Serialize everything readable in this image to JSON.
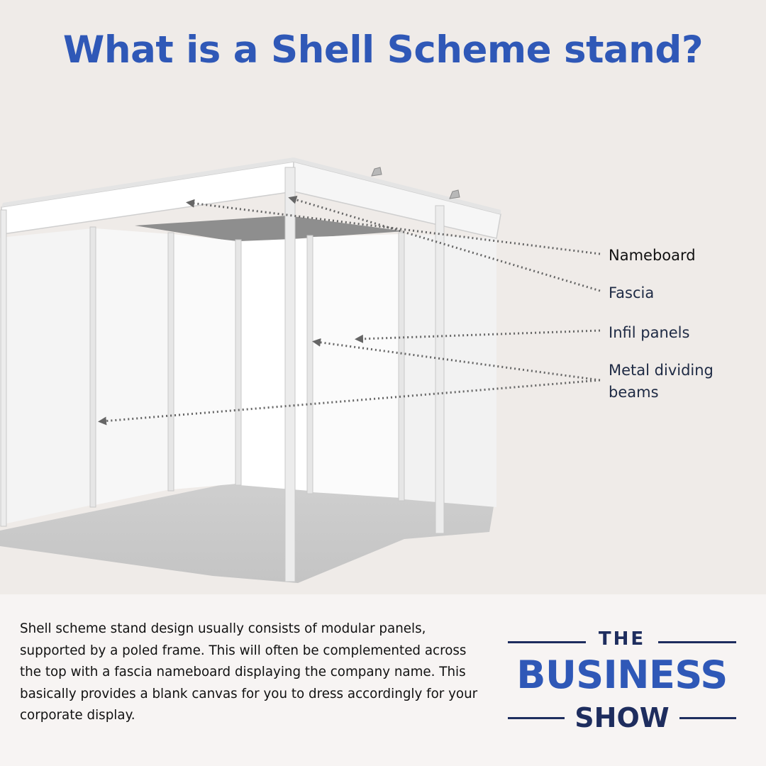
{
  "title": "What is a Shell Scheme stand?",
  "callouts": {
    "nameboard": "Nameboard",
    "fascia": "Fascia",
    "infil": "Infil panels",
    "beams_line1": "Metal dividing",
    "beams_line2": "beams"
  },
  "description": "Shell scheme stand design usually consists of modular panels, supported by a poled frame. This will often be complemented across the top with a fascia nameboard displaying the company name. This basically provides a blank canvas for you to dress accordingly for your corporate display.",
  "logo": {
    "the": "THE",
    "business": "BUSINESS",
    "show": "SHOW"
  },
  "colors": {
    "title_blue": "#2f58b7",
    "logo_navy": "#1e2d5e",
    "background": "#efebe8",
    "arrow_gray": "#666666"
  }
}
